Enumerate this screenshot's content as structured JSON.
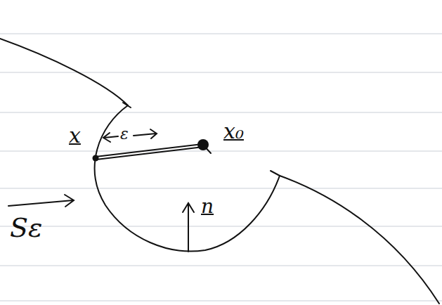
{
  "diagram": {
    "labels": [
      "x",
      "ε",
      "x₀",
      "n",
      "Sε"
    ]
  }
}
